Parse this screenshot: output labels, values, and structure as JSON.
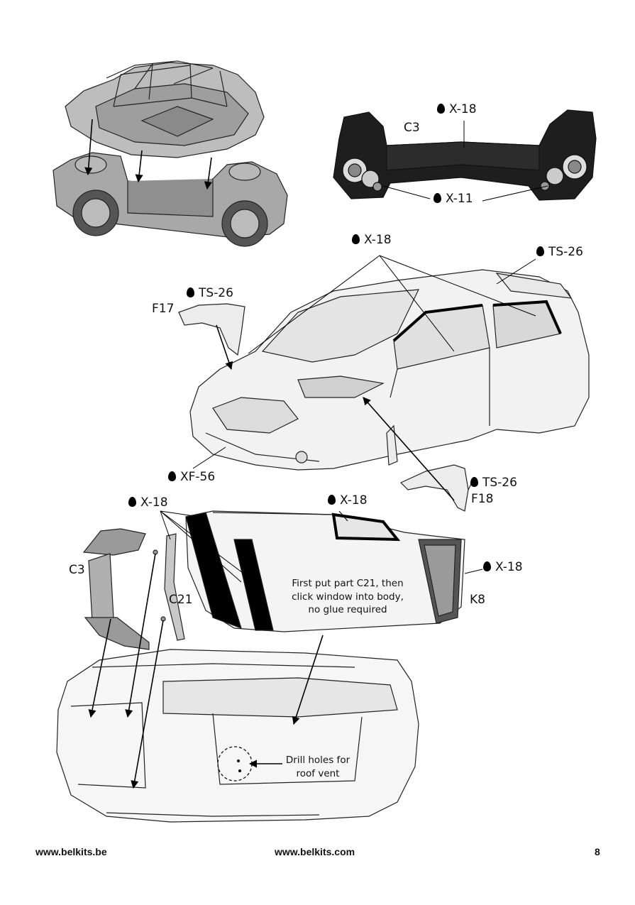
{
  "labels": {
    "c3_top": "C3",
    "x18_top": "X-18",
    "x11": "X-11",
    "x18_mid": "X-18",
    "ts26_right": "TS-26",
    "ts26_f17": "TS-26",
    "f17": "F17",
    "xf56": "XF-56",
    "ts26_f18": "TS-26",
    "f18": "F18",
    "x18_left": "X-18",
    "x18_window": "X-18",
    "c3_left": "C3",
    "c21": "C21",
    "x18_k8": "X-18",
    "k8": "K8"
  },
  "notes": {
    "c21_note": "First put part C21, then\nclick window into body,\nno glue required",
    "drill_note": "Drill holes for\nroof vent"
  },
  "footer": {
    "left": "www.belkits.be",
    "center": "www.belkits.com",
    "page_number": "8"
  }
}
